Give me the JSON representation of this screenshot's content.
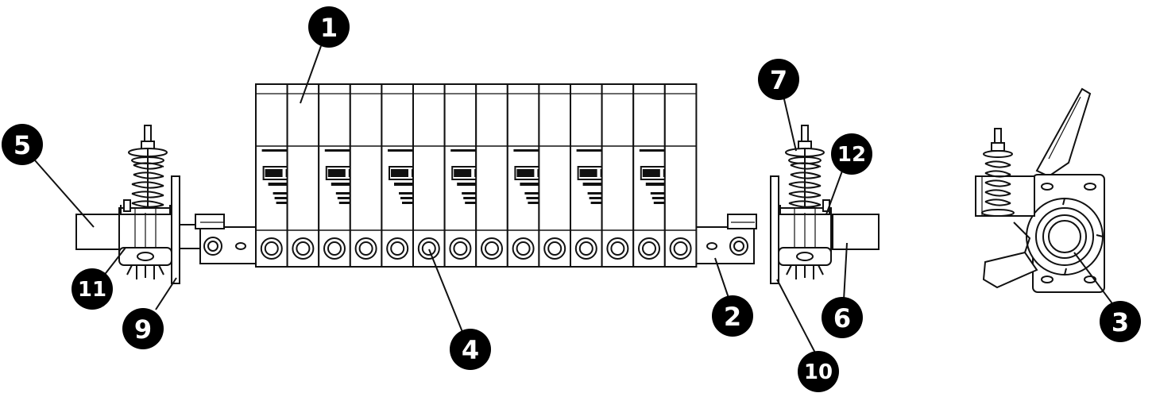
{
  "callouts": [
    {
      "id": "callout-1",
      "label": "1"
    },
    {
      "id": "callout-2",
      "label": "2"
    },
    {
      "id": "callout-3",
      "label": "3"
    },
    {
      "id": "callout-4",
      "label": "4"
    },
    {
      "id": "callout-5",
      "label": "5"
    },
    {
      "id": "callout-6",
      "label": "6"
    },
    {
      "id": "callout-7",
      "label": "7"
    },
    {
      "id": "callout-9",
      "label": "9"
    },
    {
      "id": "callout-10",
      "label": "10"
    },
    {
      "id": "callout-11",
      "label": "11"
    },
    {
      "id": "callout-12",
      "label": "12"
    }
  ],
  "blade_module_count": 14,
  "colors": {
    "line": "#111111",
    "fill": "#ffffff",
    "callout": "#000000",
    "callout_text": "#ffffff"
  }
}
